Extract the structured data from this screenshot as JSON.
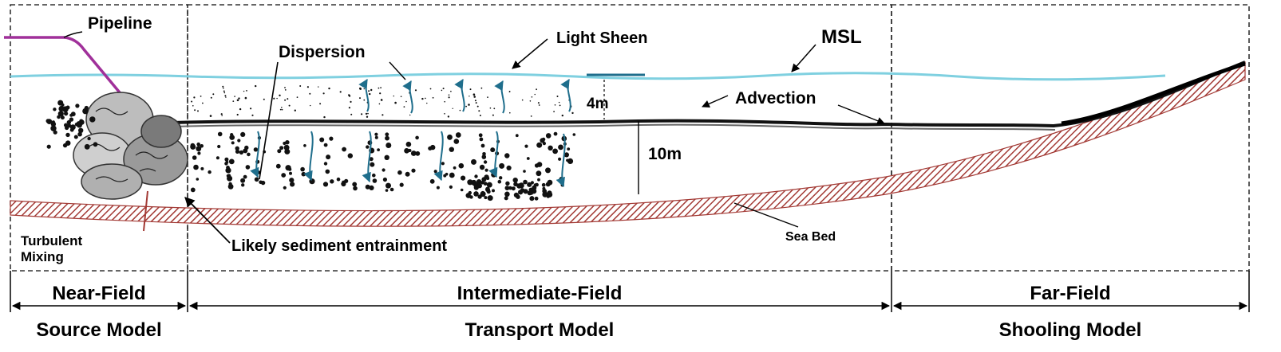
{
  "labels": {
    "pipeline": "Pipeline",
    "light_sheen": "Light Sheen",
    "msl": "MSL",
    "dispersion": "Dispersion",
    "advection": "Advection",
    "depth_4m": "4m",
    "depth_10m": "10m",
    "sea_bed": "Sea Bed",
    "turbulent": "Turbulent",
    "mixing": "Mixing",
    "sediment": "Likely sediment entrainment"
  },
  "zones": [
    {
      "field": "Near-Field",
      "model": "Source Model"
    },
    {
      "field": "Intermediate-Field",
      "model": "Transport Model"
    },
    {
      "field": "Far-Field",
      "model": "Shooling Model"
    }
  ],
  "colors": {
    "water_surface": "#7fd0e0",
    "pipeline": "#a0309a",
    "seabed": "#a33a35",
    "arrows": "#1f6e8c",
    "plume": "#222222"
  }
}
